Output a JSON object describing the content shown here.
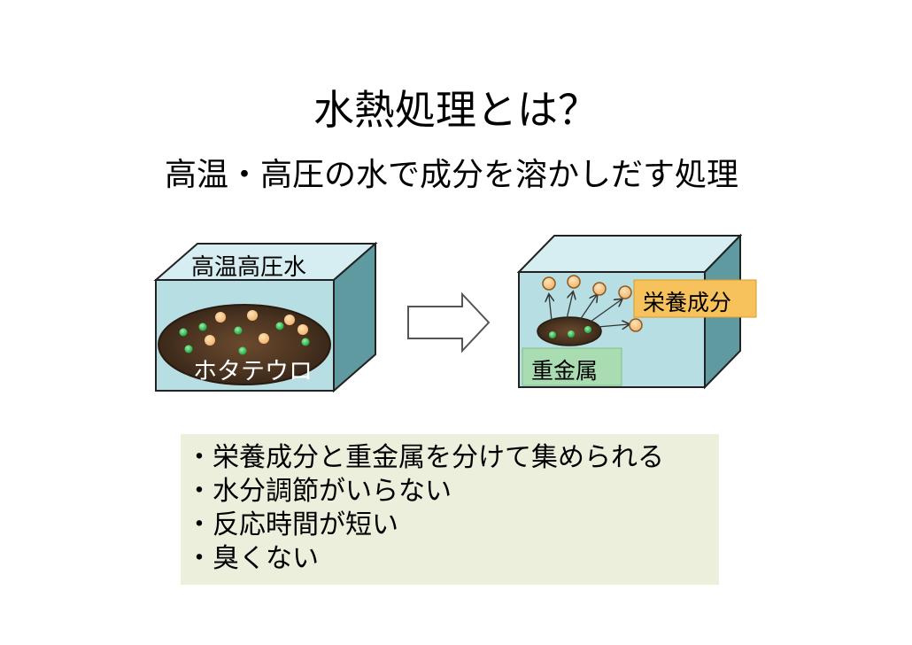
{
  "title": "水熱処理とは？",
  "subtitle": "高温・高圧の水で成分を溶かしだす処理",
  "left_box": {
    "top_label": "高温高圧水",
    "mass_label": "ホタテウロ"
  },
  "right_box": {
    "nutrient_label": "栄養成分",
    "metal_label": "重金属"
  },
  "bullets": [
    "・栄養成分と重金属を分けて集められる",
    "・水分調節がいらない",
    "・反応時間が短い",
    "・臭くない"
  ],
  "colors": {
    "water_front": "#b7dfe3",
    "water_top": "#d6eef1",
    "water_side": "#5f9aa0",
    "nutrient_dot": "#f2b46e",
    "metal_dot": "#22b24c",
    "label_box": "#f7c15b",
    "metal_box": "#a9dcb0",
    "bullet_bg": "#ecefdc"
  }
}
